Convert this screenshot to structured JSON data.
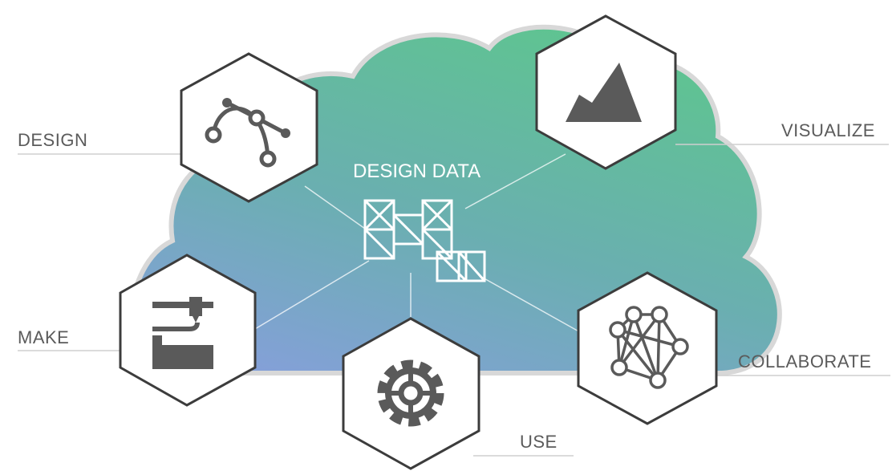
{
  "diagram": {
    "center": {
      "title": "DESIGN DATA",
      "icon": "design-data-cubes-icon"
    },
    "nodes": [
      {
        "id": "design",
        "label": "DESIGN",
        "icon": "bezier-curve-icon"
      },
      {
        "id": "visualize",
        "label": "VISUALIZE",
        "icon": "mountain-chart-icon"
      },
      {
        "id": "make",
        "label": "MAKE",
        "icon": "3d-printer-icon"
      },
      {
        "id": "use",
        "label": "USE",
        "icon": "gear-icon"
      },
      {
        "id": "collaborate",
        "label": "COLLABORATE",
        "icon": "network-icon"
      }
    ]
  },
  "colors": {
    "cloud_top": "#5ec58f",
    "cloud_bottom": "#7f9fd6",
    "hex_stroke": "#3c3c3c",
    "icon": "#5a5a5a",
    "label_text": "#5b5b5b",
    "rule": "#cfcfcf",
    "center_text": "#ffffff"
  }
}
